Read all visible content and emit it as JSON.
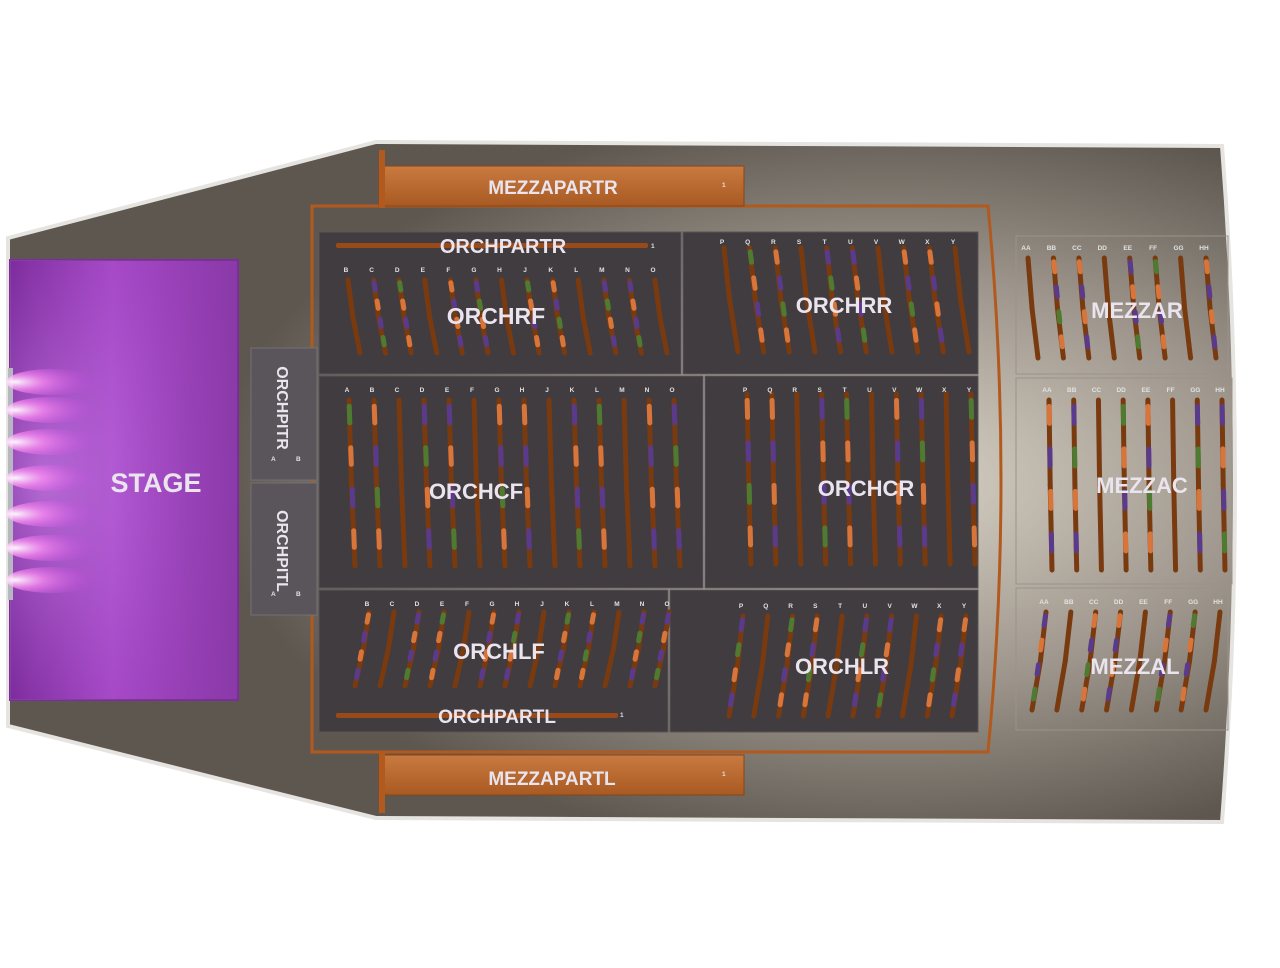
{
  "stage": {
    "label": "STAGE"
  },
  "colors": {
    "floor": "#6f6860",
    "floor_light": "#b6aea3",
    "orch_panel": "#3e3a3d",
    "orch_panel_edge": "#5a5558",
    "mezz_edge": "#8a8378",
    "partition": "#b25a1e",
    "stage_glow": "#a233c9",
    "box": "#c06a2e",
    "seat_brown": "#7a3a0f",
    "seat_orange": "#d8753a",
    "seat_purple": "#5a3a8a",
    "seat_green": "#4f7a32"
  },
  "sections": [
    {
      "id": "MEZZAPARTR",
      "label": "MEZZAPARTR",
      "kind": "box",
      "seat_label": "1"
    },
    {
      "id": "MEZZAPARTL",
      "label": "MEZZAPARTL",
      "kind": "box",
      "seat_label": "1"
    },
    {
      "id": "ORCHPARTR",
      "label": "ORCHPARTR",
      "kind": "bar",
      "seat_label": "1"
    },
    {
      "id": "ORCHPARTL",
      "label": "ORCHPARTL",
      "kind": "bar",
      "seat_label": "1"
    },
    {
      "id": "ORCHPITR",
      "label": "ORCHPITR",
      "kind": "pit",
      "rows": [
        "A",
        "B"
      ]
    },
    {
      "id": "ORCHPITL",
      "label": "ORCHPITL",
      "kind": "pit",
      "rows": [
        "A",
        "B"
      ]
    },
    {
      "id": "ORCHRF",
      "label": "ORCHRF",
      "kind": "rows",
      "rows": [
        "B",
        "C",
        "D",
        "E",
        "F",
        "G",
        "H",
        "J",
        "K",
        "L",
        "M",
        "N",
        "O"
      ]
    },
    {
      "id": "ORCHCF",
      "label": "ORCHCF",
      "kind": "rows",
      "rows": [
        "A",
        "B",
        "C",
        "D",
        "E",
        "F",
        "G",
        "H",
        "J",
        "K",
        "L",
        "M",
        "N",
        "O"
      ]
    },
    {
      "id": "ORCHLF",
      "label": "ORCHLF",
      "kind": "rows",
      "rows": [
        "B",
        "C",
        "D",
        "E",
        "F",
        "G",
        "H",
        "J",
        "K",
        "L",
        "M",
        "N",
        "O"
      ]
    },
    {
      "id": "ORCHRR",
      "label": "ORCHRR",
      "kind": "rows",
      "rows": [
        "P",
        "Q",
        "R",
        "S",
        "T",
        "U",
        "V",
        "W",
        "X",
        "Y"
      ]
    },
    {
      "id": "ORCHCR",
      "label": "ORCHCR",
      "kind": "rows",
      "rows": [
        "P",
        "Q",
        "R",
        "S",
        "T",
        "U",
        "V",
        "W",
        "X",
        "Y"
      ]
    },
    {
      "id": "ORCHLR",
      "label": "ORCHLR",
      "kind": "rows",
      "rows": [
        "P",
        "Q",
        "R",
        "S",
        "T",
        "U",
        "V",
        "W",
        "X",
        "Y"
      ]
    },
    {
      "id": "MEZZAR",
      "label": "MEZZAR",
      "kind": "rows",
      "rows": [
        "AA",
        "BB",
        "CC",
        "DD",
        "EE",
        "FF",
        "GG",
        "HH"
      ]
    },
    {
      "id": "MEZZAC",
      "label": "MEZZAC",
      "kind": "rows",
      "rows": [
        "AA",
        "BB",
        "CC",
        "DD",
        "EE",
        "FF",
        "GG",
        "HH"
      ]
    },
    {
      "id": "MEZZAL",
      "label": "MEZZAL",
      "kind": "rows",
      "rows": [
        "AA",
        "BB",
        "CC",
        "DD",
        "EE",
        "FF",
        "GG",
        "HH"
      ]
    }
  ]
}
